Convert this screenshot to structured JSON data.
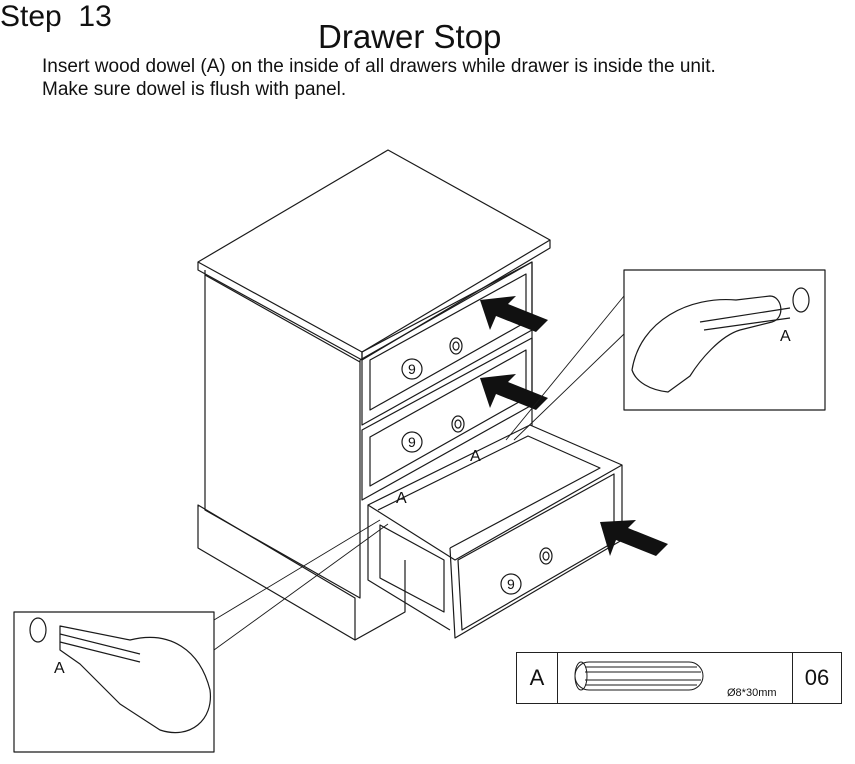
{
  "header": {
    "step": "Step  13",
    "title": "Drawer Stop",
    "instructions": [
      "Insert wood dowel (A) on the inside of all drawers while drawer is inside the unit.",
      "Make sure dowel is flush with panel."
    ]
  },
  "labels": {
    "part_a": "A",
    "knob_number": "9"
  },
  "parts_table": {
    "letter": "A",
    "size": "Ø8*30mm",
    "quantity": "06"
  },
  "colors": {
    "line": "#1a1a1a",
    "arrow": "#111111"
  }
}
